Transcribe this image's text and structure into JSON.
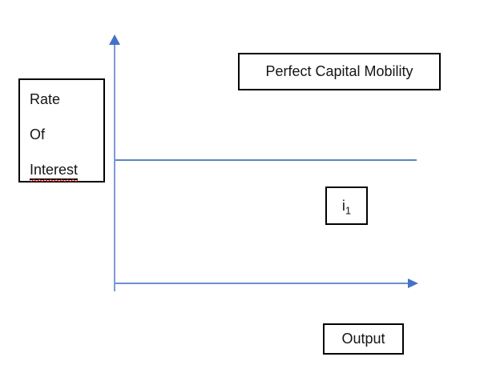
{
  "diagram": {
    "title_box": {
      "label": "Perfect Capital Mobility"
    },
    "y_axis_label_box": {
      "line1": "Rate",
      "line2": "Of",
      "line3": "Interest",
      "spellcheck_flagged_word": "Interest"
    },
    "rate_level_box": {
      "base": "i",
      "subscript": "1"
    },
    "x_axis_label_box": {
      "label": "Output"
    },
    "colors": {
      "axis_shaft": "#7D9BD5",
      "arrowhead": "#4472C4",
      "mobility_line": "#5C85C6",
      "box_border": "#000000",
      "text": "#151515",
      "spellcheck_squiggle": "#E00000",
      "background": "#FFFFFF"
    }
  }
}
